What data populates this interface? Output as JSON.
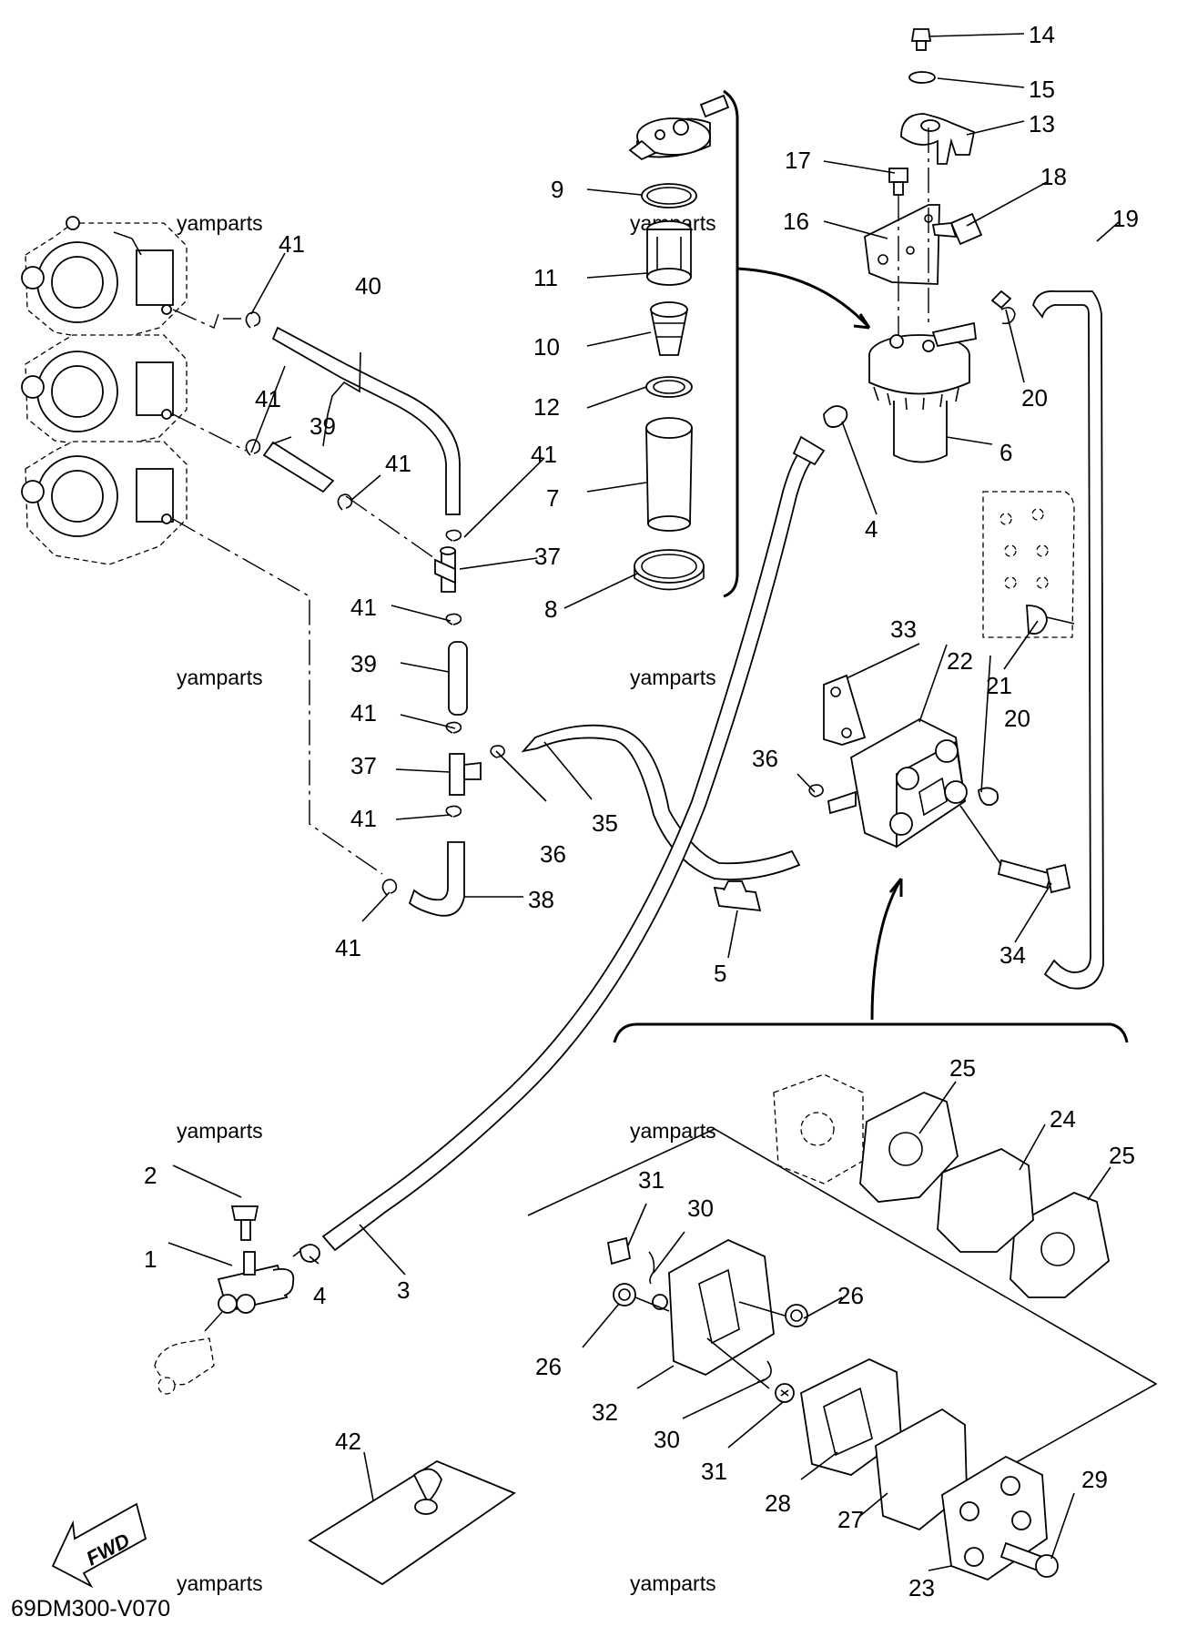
{
  "diagram": {
    "code": "69DM300-V070",
    "watermark": "yamparts",
    "fwd_label": "FWD",
    "part_numbers": [
      "1",
      "2",
      "3",
      "4",
      "4",
      "5",
      "6",
      "7",
      "8",
      "9",
      "10",
      "11",
      "12",
      "13",
      "14",
      "15",
      "16",
      "17",
      "18",
      "19",
      "20",
      "20",
      "21",
      "22",
      "23",
      "24",
      "25",
      "25",
      "26",
      "26",
      "27",
      "28",
      "29",
      "30",
      "30",
      "31",
      "31",
      "32",
      "33",
      "34",
      "35",
      "36",
      "36",
      "37",
      "37",
      "38",
      "39",
      "39",
      "40",
      "41",
      "41",
      "41",
      "41",
      "41",
      "41",
      "41",
      "41",
      "42"
    ]
  }
}
